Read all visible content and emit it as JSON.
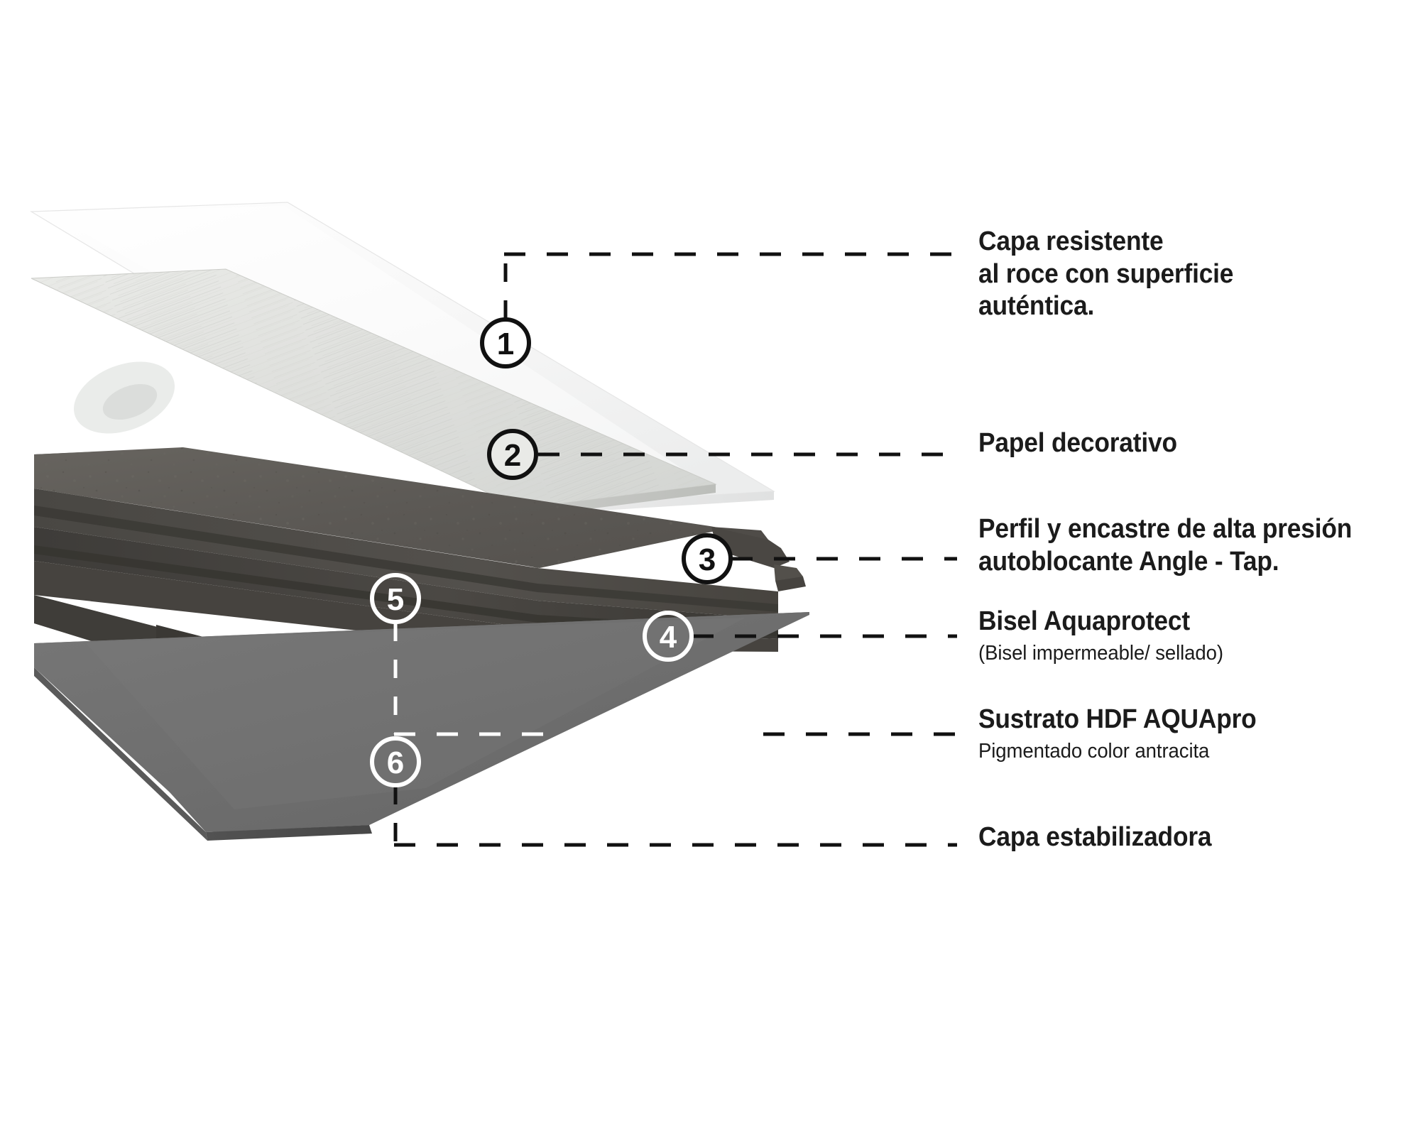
{
  "diagram": {
    "kind": "exploded-layer-diagram",
    "subject": "Laminate flooring plank layer construction",
    "language": "es",
    "background_color": "#ffffff",
    "layers": [
      {
        "number": "1",
        "name": "wear-layer",
        "color": "#f7f7f7",
        "edge_color": "#e8e8e8",
        "description": "Transparent overlay / wear layer"
      },
      {
        "number": "2",
        "name": "decor-paper",
        "color": "#e3e4e1",
        "edge_color": "#cfd0cd",
        "description": "Decorative wood-grain paper"
      },
      {
        "number": "5",
        "name": "hdf-core",
        "color": "#5d5a55",
        "edge_color": "#46433f",
        "description": "Anthracite pigmented HDF core board"
      },
      {
        "number": "6",
        "name": "stabilizing-backing",
        "color": "#6f6f6f",
        "edge_color": "#5c5c5c",
        "description": "Balancing / stabilizing backing layer"
      }
    ]
  },
  "callouts": [
    {
      "number": "1",
      "marker_style": "dark",
      "title": "Capa resistente\nal roce con superficie\nauténtica.",
      "subtitle": ""
    },
    {
      "number": "2",
      "marker_style": "dark",
      "title": "Papel decorativo",
      "subtitle": ""
    },
    {
      "number": "3",
      "marker_style": "dark",
      "title": "Perfil y encastre de alta presión\nautoblocante Angle - Tap.",
      "subtitle": ""
    },
    {
      "number": "4",
      "marker_style": "light",
      "title": "Bisel Aquaprotect",
      "subtitle": "(Bisel impermeable/ sellado)"
    },
    {
      "number": "5",
      "marker_style": "light",
      "title": "Sustrato HDF AQUApro",
      "subtitle": "Pigmentado color antracita"
    },
    {
      "number": "6",
      "marker_style": "light",
      "title": "Capa estabilizadora",
      "subtitle": ""
    }
  ],
  "colors": {
    "text": "#1b1b1b",
    "leader_dark": "#111111",
    "leader_light": "#ffffff",
    "wear_layer": "#f7f7f7",
    "decor_paper": "#e3e4e1",
    "hdf_core": "#5d5a55",
    "backing": "#6f6f6f",
    "page_background": "#ffffff"
  }
}
